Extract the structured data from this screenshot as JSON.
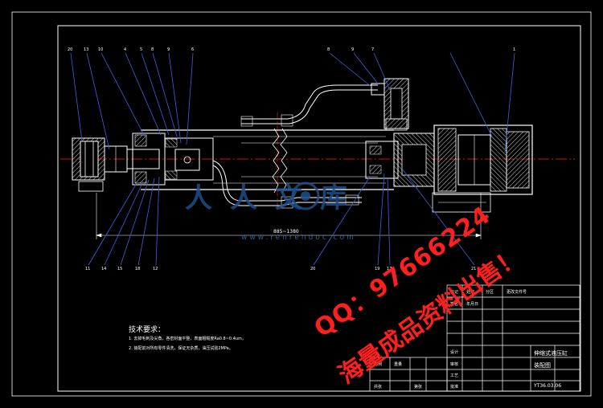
{
  "drawing": {
    "technical_requirements_title": "技术要求：",
    "tech_notes": [
      "1. 去掉毛刺及尖角，各密封面平整，表面粗糙度Ra0.8~0.4um，",
      "2. 装配前对所有零件清洗，保证无杂质，油压试验2MPa。"
    ],
    "part_callouts_top": [
      "20",
      "13",
      "10",
      "4",
      "5",
      "8",
      "9",
      "6",
      "8",
      "9",
      "7",
      "1"
    ],
    "part_callouts_bottom": [
      "11",
      "14",
      "15",
      "18",
      "12",
      "20",
      "19",
      "17",
      "21"
    ],
    "overall_dimension_text": "885~1380",
    "title_block": {
      "drawing_number": "YT36.03.06",
      "title_lines": [
        "伸缩式液压缸",
        "装配图"
      ],
      "small_cells": [
        "标记",
        "处数",
        "分区",
        "更改文件号",
        "签名",
        "年月日",
        "设计",
        "审核",
        "工艺",
        "批准",
        "比例",
        "重量",
        "共张",
        "第张"
      ]
    }
  },
  "watermarks": {
    "logo_text": "人人文库",
    "site": "www.renrendoc.com",
    "qq_line": "QQ：97666224",
    "sale_line": "海量成品资料出售！"
  },
  "colors": {
    "background": "#000000",
    "frame": "#ffffff",
    "leader": "#3f5fe0",
    "centerline": "#ff2020",
    "watermark_red": "#ff1f1f",
    "logo_blue": "#1f4f8a"
  }
}
